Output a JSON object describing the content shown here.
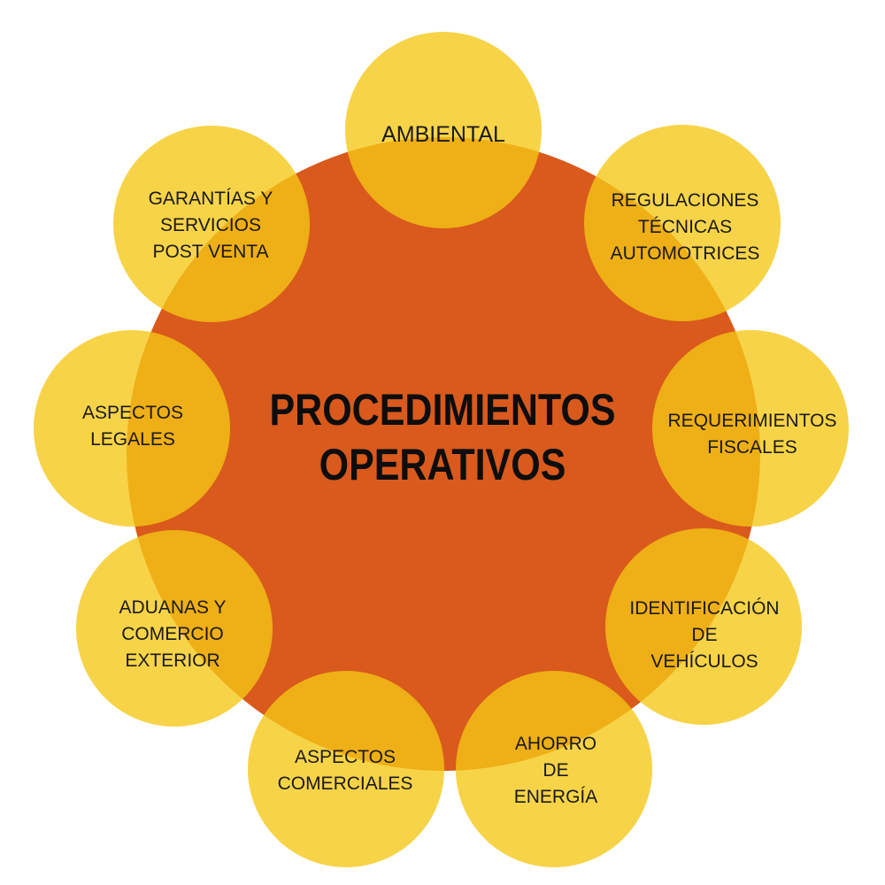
{
  "center": {
    "title": "PROCEDIMIENTOS\nOPERATIVOS"
  },
  "satellites": [
    {
      "id": "ambiental",
      "label": "AMBIENTAL"
    },
    {
      "id": "regulaciones",
      "label": "REGULACIONES\nTÉCNICAS\nAUTOMOTRICES"
    },
    {
      "id": "requerimientos",
      "label": "REQUERIMIENTOS\nFISCALES"
    },
    {
      "id": "identificacion",
      "label": "IDENTIFICACIÓN\nDE\nVEHÍCULOS"
    },
    {
      "id": "ahorro",
      "label": "AHORRO\nDE\nENERGÍA"
    },
    {
      "id": "comerciales",
      "label": "ASPECTOS\nCOMERCIALES"
    },
    {
      "id": "aduanas",
      "label": "ADUANAS Y\nCOMERCIO\nEXTERIOR"
    },
    {
      "id": "legales",
      "label": "ASPECTOS\nLEGALES"
    },
    {
      "id": "garantias",
      "label": "GARANTÍAS Y\nSERVICIOS\nPOST VENTA"
    }
  ],
  "colors": {
    "center_fill": "#d95a1c",
    "satellite_fill": "#f5c614",
    "text": "#1a1a1a"
  }
}
